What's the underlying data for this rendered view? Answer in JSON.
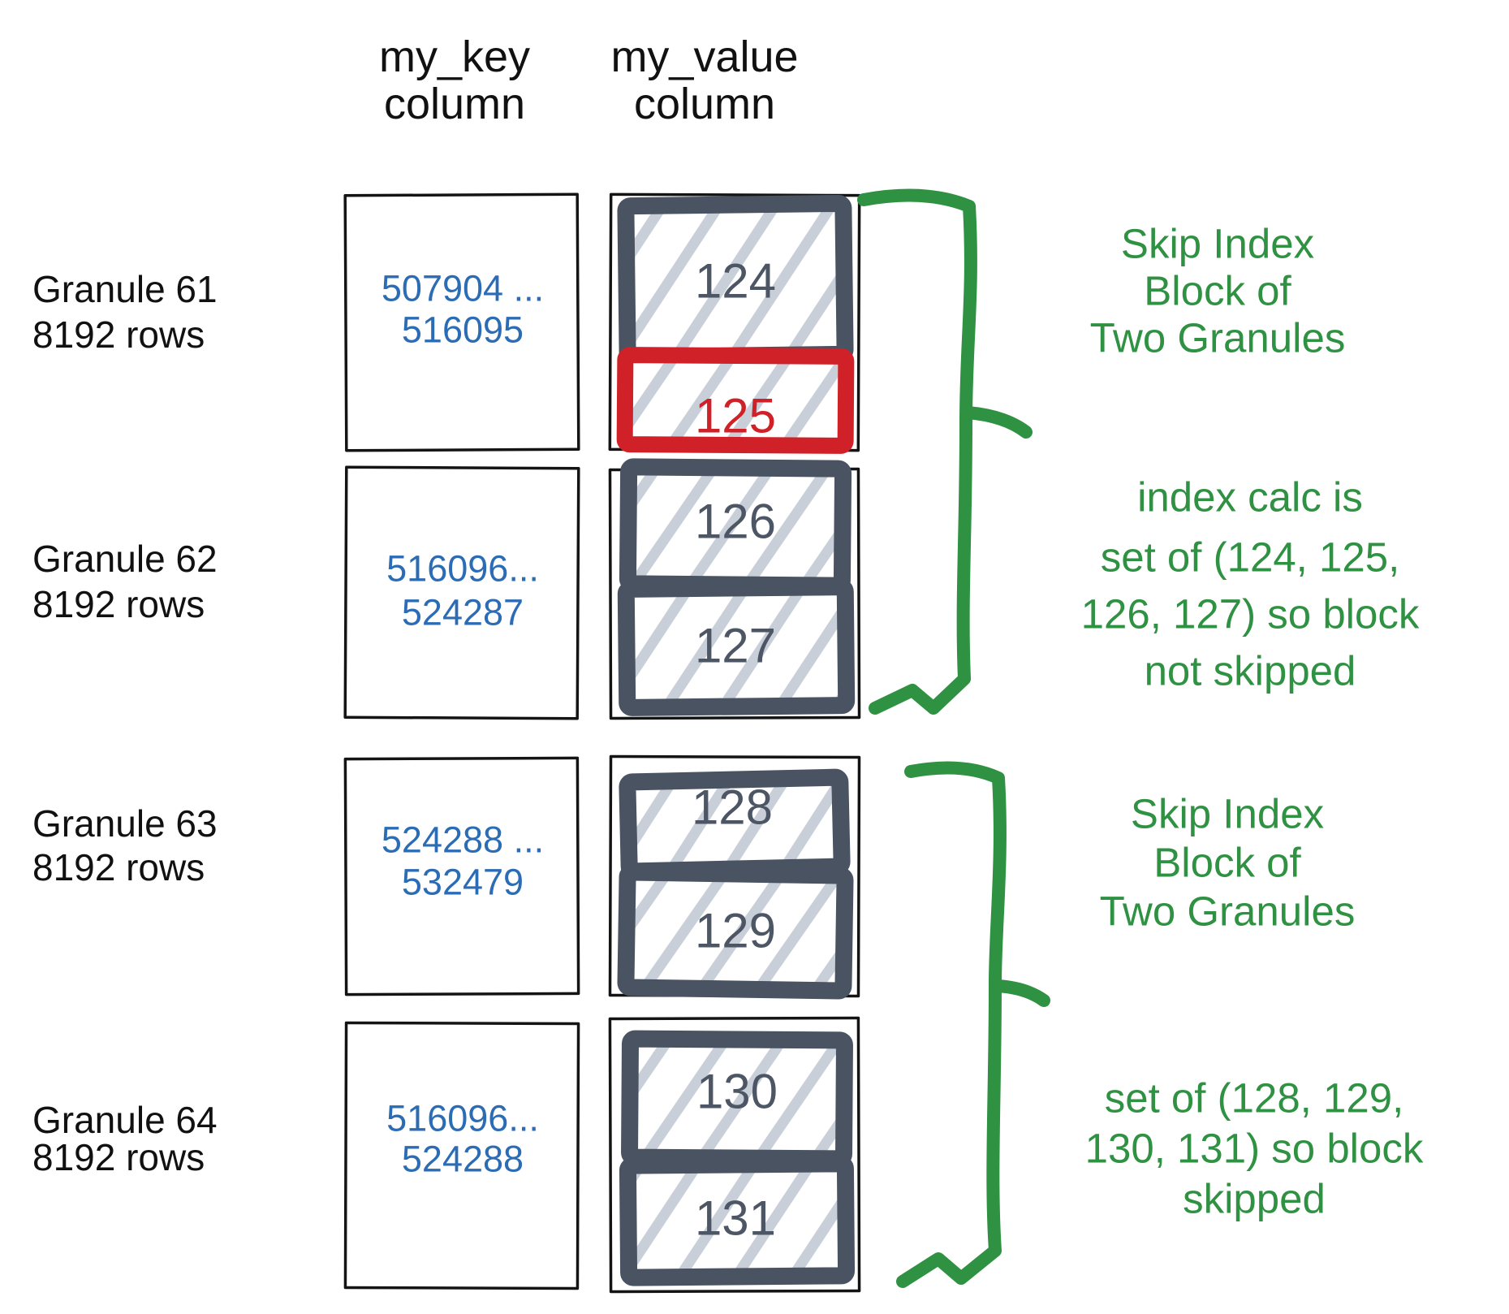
{
  "diagram": {
    "key_header": {
      "line1": "my_key",
      "line2": "column"
    },
    "value_header": {
      "line1": "my_value",
      "line2": "column"
    },
    "granules": [
      {
        "label": "Granule 61",
        "rows": "8192 rows",
        "key_range_line1": "507904 ...",
        "key_range_line2": "516095",
        "blocks": [
          {
            "number": "124",
            "highlight": false
          },
          {
            "number": "125",
            "highlight": true
          }
        ]
      },
      {
        "label": "Granule 62",
        "rows": "8192 rows",
        "key_range_line1": "516096...",
        "key_range_line2": "524287",
        "blocks": [
          {
            "number": "126",
            "highlight": false
          },
          {
            "number": "127",
            "highlight": false
          }
        ]
      },
      {
        "label": "Granule 63",
        "rows": "8192 rows",
        "key_range_line1": "524288 ...",
        "key_range_line2": "532479",
        "blocks": [
          {
            "number": "128",
            "highlight": false
          },
          {
            "number": "129",
            "highlight": false
          }
        ]
      },
      {
        "label": "Granule 64",
        "rows": "8192 rows",
        "key_range_line1": "516096...",
        "key_range_line2": "524288",
        "blocks": [
          {
            "number": "130",
            "highlight": false
          },
          {
            "number": "131",
            "highlight": false
          }
        ]
      }
    ],
    "annotations": {
      "block1_title": {
        "line1": "Skip Index",
        "line2": "Block of",
        "line3": "Two Granules"
      },
      "block1_detail": {
        "line1": "index calc is",
        "line2": "set of (124, 125,",
        "line3": "126, 127) so block",
        "line4": "not skipped"
      },
      "block2_title": {
        "line1": "Skip Index",
        "line2": "Block of",
        "line3": "Two Granules"
      },
      "block2_detail": {
        "line1": "set of (128, 129,",
        "line2": "130, 131) so block",
        "line3": "skipped"
      }
    }
  },
  "colors": {
    "key_range_blue": "#2b6cb5",
    "block_border_slate": "#4a5361",
    "block_number_slate": "#4d5664",
    "highlight_red": "#cf2127",
    "annotation_green": "#2f9142",
    "hatch_gray": "#c9cfd9",
    "sketch_black": "#141414"
  }
}
